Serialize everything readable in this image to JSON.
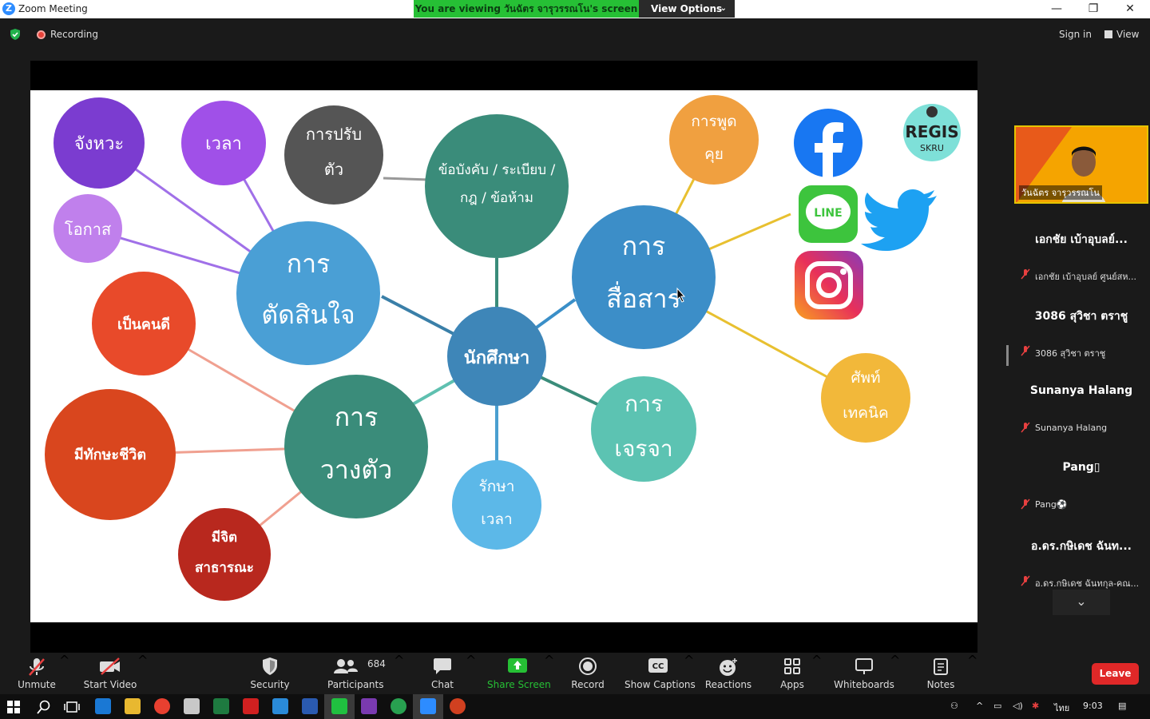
{
  "window": {
    "title": "Zoom Meeting",
    "minimize": "—",
    "restore": "❐",
    "close": "✕"
  },
  "banner": {
    "viewing": "You are viewing วันฉัตร จารุวรรณโน's screen",
    "view_options": "View Options",
    "chevron": "⌄"
  },
  "topbar": {
    "recording": "Recording",
    "sign_in": "Sign in",
    "view": "View"
  },
  "slide": {
    "center": "นักศึกษา",
    "rules": [
      "ข้อบังคับ / ระเบียบ /",
      "กฎ / ข้อห้าม"
    ],
    "decide": [
      "การ",
      "ตัดสินใจ"
    ],
    "communicate": [
      "การ",
      "สื่อสาร"
    ],
    "behave": [
      "การ",
      "วางตัว"
    ],
    "negotiate": [
      "การ",
      "เจรจา"
    ],
    "keep_time": [
      "รักษา",
      "เวลา"
    ],
    "rhythm": "จังหวะ",
    "time": "เวลา",
    "adapt": [
      "การปรับ",
      "ตัว"
    ],
    "chance": "โอกาส",
    "good_person": "เป็นคนดี",
    "life_skills": "มีทักษะชีวิต",
    "public_mind": [
      "มีจิต",
      "สาธารณะ"
    ],
    "speaking": [
      "การพูด",
      "คุย"
    ],
    "jargon": [
      "ศัพท์",
      "เทคนิค"
    ],
    "line_logo": "LINE",
    "regis": "REGIS",
    "skru": "SKRU"
  },
  "video": {
    "name": "วันฉัตร จารุวรรณโน"
  },
  "participants": [
    {
      "display": "เอกชัย เบ้าอุบลย์...",
      "name": "เอกชัย เบ้าอุบลย์ ศูนย์สห..."
    },
    {
      "display": "3086 สุวิชา ตราชู",
      "name": "3086 สุวิชา ตราชู"
    },
    {
      "display": "Sunanya Halang",
      "name": "Sunanya Halang"
    },
    {
      "display": "Pang▯",
      "name": "Pang⚽"
    },
    {
      "display": "อ.ดร.กษิเดช ฉันท...",
      "name": "อ.ดร.กษิเดช ฉันทกุล-คณ..."
    }
  ],
  "scroll_more": "⌄",
  "toolbar": {
    "unmute": "Unmute",
    "start_video": "Start Video",
    "security": "Security",
    "participants": "Participants",
    "participant_count": "684",
    "chat": "Chat",
    "share_screen": "Share Screen",
    "record": "Record",
    "captions": "Show Captions",
    "reactions": "Reactions",
    "apps": "Apps",
    "whiteboards": "Whiteboards",
    "notes": "Notes",
    "leave": "Leave",
    "caret": "^"
  },
  "taskbar": {
    "time": "9:03",
    "lang": "ไทย"
  },
  "colors": {
    "share_green": "#26c035",
    "leave_red": "#e02828",
    "bg": "#1a1a1a"
  }
}
